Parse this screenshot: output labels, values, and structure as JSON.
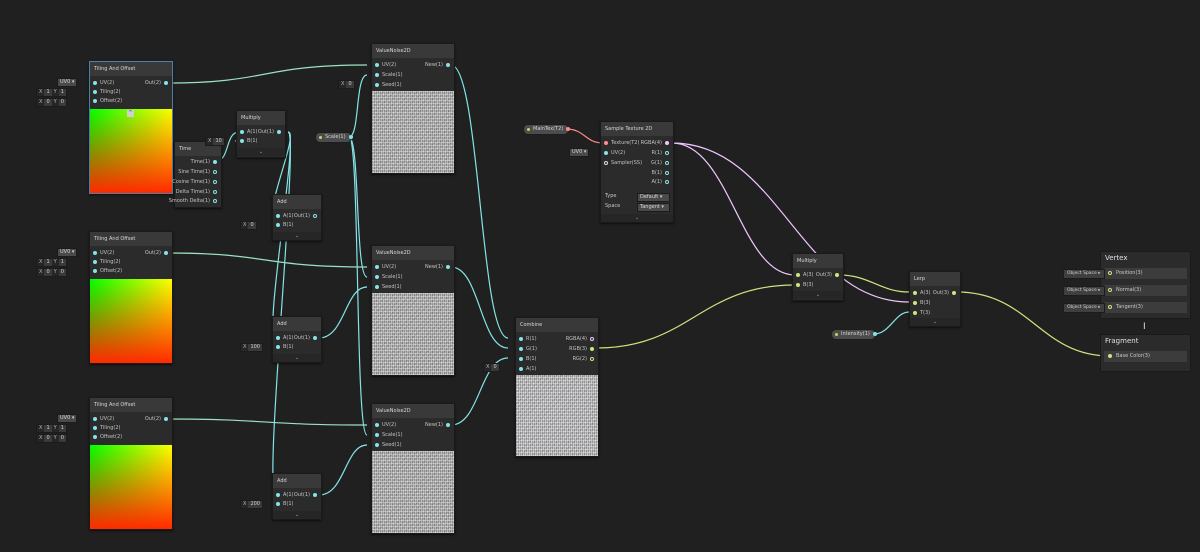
{
  "tiling": {
    "title": "Tiling And Offset",
    "inputs": [
      "UV(2)",
      "Tiling(2)",
      "Offset(2)"
    ],
    "output": "Out(2)",
    "uv_dropdown": "UV0",
    "tiling_x_label": "X",
    "tiling_x": "1",
    "tiling_y_label": "Y",
    "tiling_y": "1",
    "offset_x_label": "X",
    "offset_x": "0",
    "offset_y_label": "Y",
    "offset_y": "0"
  },
  "time": {
    "title": "Time",
    "outputs": [
      "Time(1)",
      "Sine Time(1)",
      "Cosine Time(1)",
      "Delta Time(1)",
      "Smooth Delta(1)"
    ]
  },
  "multiply1": {
    "title": "Multiply",
    "inputs": [
      "A(1)",
      "B(1)"
    ],
    "output": "Out(1)",
    "b_label": "X",
    "b_value": "10"
  },
  "add": {
    "title": "Add",
    "inputs": [
      "A(1)",
      "B(1)"
    ],
    "output": "Out(1)",
    "b_label": "X"
  },
  "add_values": [
    "0",
    "100",
    "200"
  ],
  "value_noise": {
    "title": "ValueNoise2D",
    "inputs": [
      "UV(2)",
      "Scale(1)",
      "Seed(1)"
    ],
    "output": "New(1)",
    "seed_label": "X",
    "seed_value": "0"
  },
  "scale_property": "Scale(1)",
  "combine": {
    "title": "Combine",
    "inputs": [
      "R(1)",
      "G(1)",
      "B(1)",
      "A(1)"
    ],
    "outputs": [
      "RGBA(4)",
      "RGB(3)",
      "RG(2)"
    ],
    "a_label": "X",
    "a_value": "0"
  },
  "main_tex_property": "MainTex(T2)",
  "sample_texture": {
    "title": "Sample Texture 2D",
    "inputs": [
      "Texture(T2)",
      "UV(2)",
      "Sampler(SS)"
    ],
    "outputs": [
      "RGBA(4)",
      "R(1)",
      "G(1)",
      "B(1)",
      "A(1)"
    ],
    "uv_dropdown": "UV0",
    "type_label": "Type",
    "type_value": "Default",
    "space_label": "Space",
    "space_value": "Tangent"
  },
  "multiply2": {
    "title": "Multiply",
    "inputs": [
      "A(3)",
      "B(3)"
    ],
    "output": "Out(3)"
  },
  "intensity_property": "Intensity(1)",
  "lerp": {
    "title": "Lerp",
    "inputs": [
      "A(3)",
      "B(3)",
      "T(3)"
    ],
    "output": "Out(3)"
  },
  "vertex": {
    "title": "Vertex",
    "blocks": [
      "Position(3)",
      "Normal(3)",
      "Tangent(3)"
    ],
    "space_label": "Object Space"
  },
  "fragment": {
    "title": "Fragment",
    "blocks": [
      "Base Color(3)"
    ]
  },
  "chevron": "⌄",
  "colors": {
    "float_port": "#84e4e7",
    "vec3_port": "#cbe57f",
    "vec4_port": "#f1c6ff",
    "texture_port": "#ff8b8b",
    "selected_border": "#4d7fa8"
  }
}
